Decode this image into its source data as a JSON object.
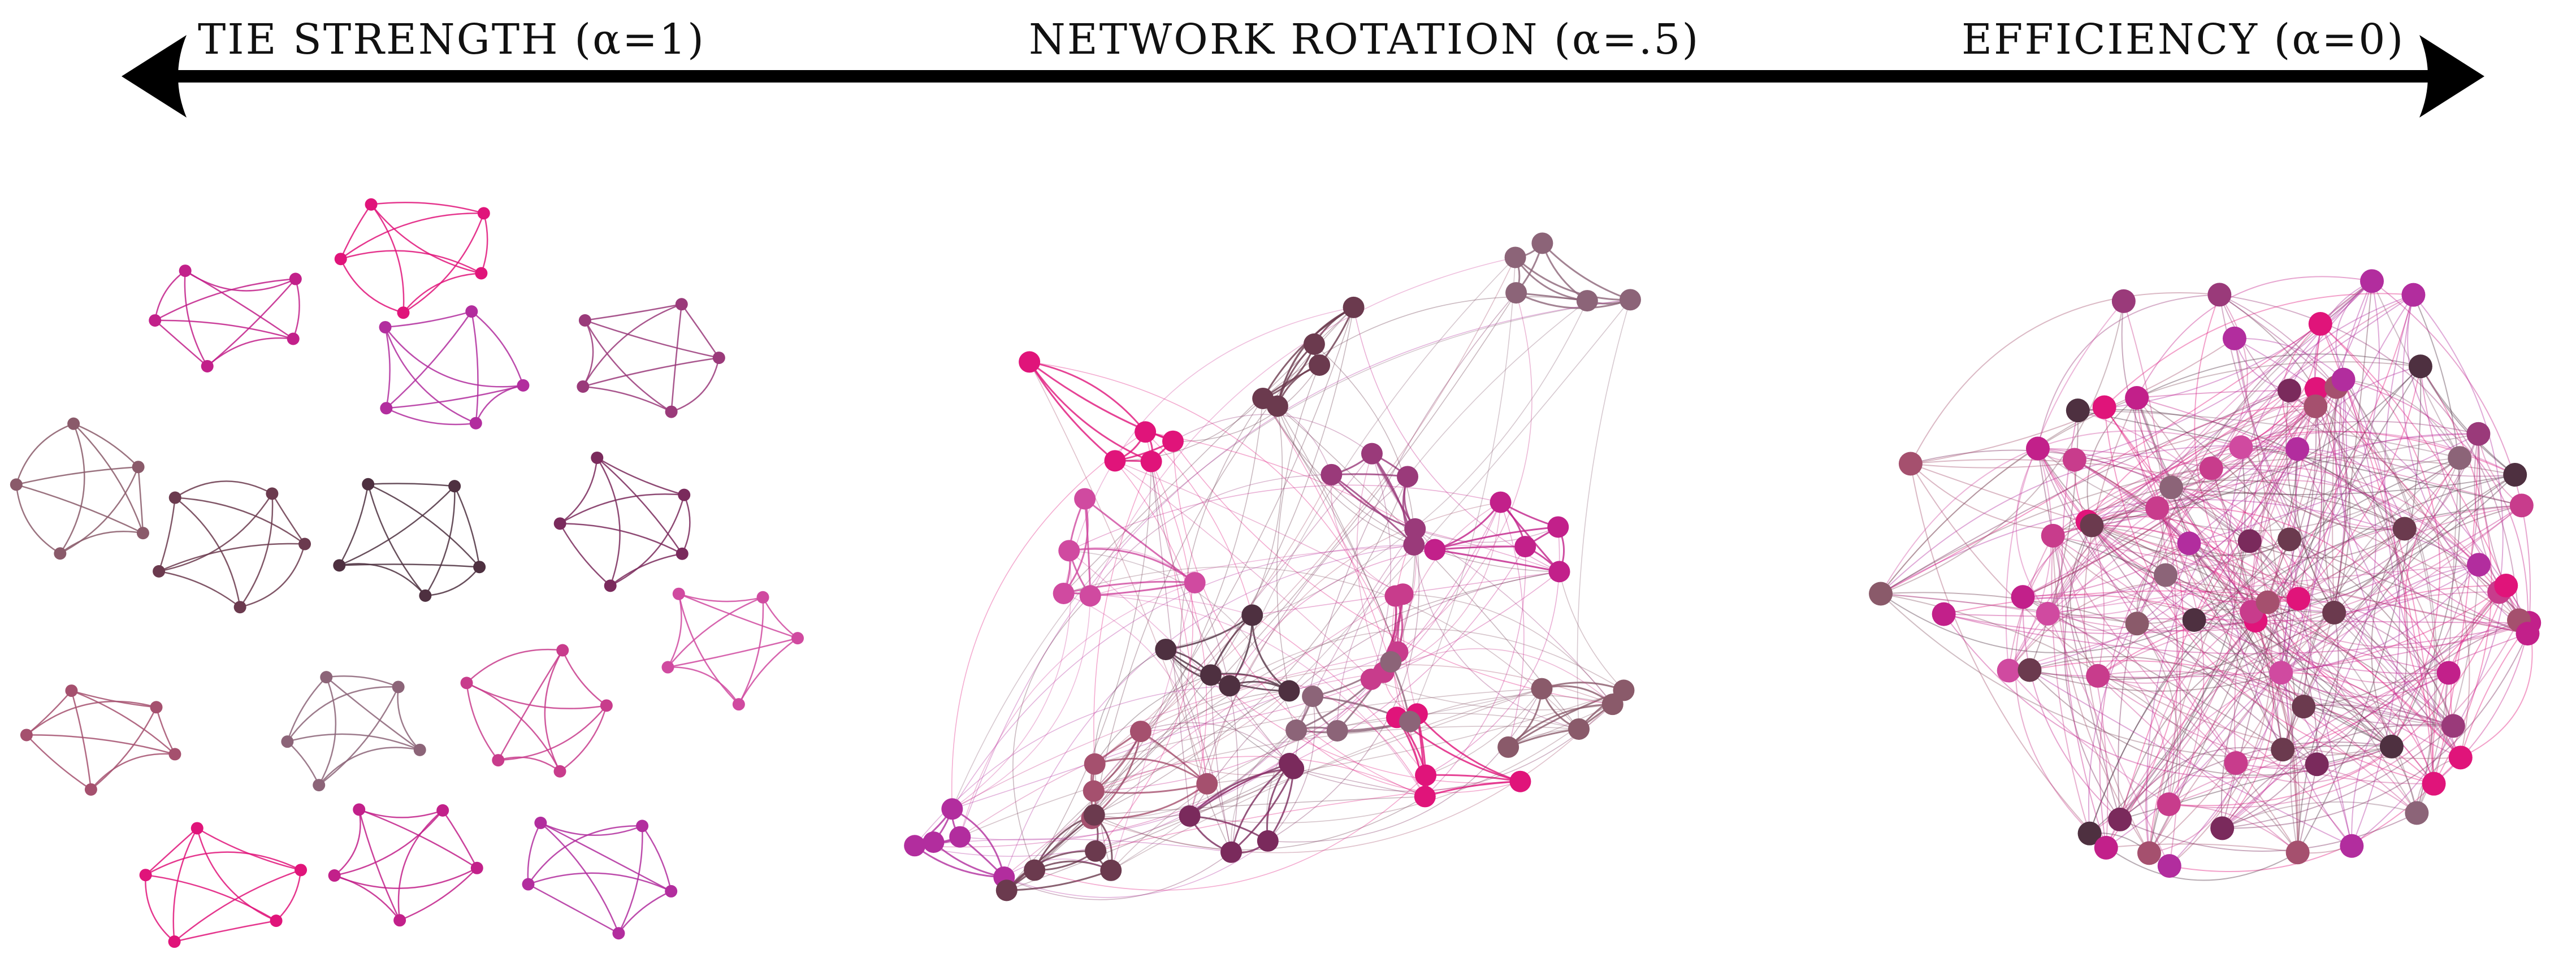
{
  "header": {
    "left_label": "TIE STRENGTH (α=1)",
    "center_label": "NETWORK ROTATION (α=.5)",
    "right_label": "EFFICIENCY (α=0)"
  },
  "palette": {
    "arrow": "#000000",
    "background": "#ffffff",
    "node_colors": [
      "#e0147a",
      "#c2208a",
      "#b22d9e",
      "#9a3a7a",
      "#8a5a6a",
      "#6b3a4e",
      "#4e3040",
      "#7a2a5c",
      "#d04aa0",
      "#a5506e",
      "#8c6478",
      "#c83c8c"
    ]
  },
  "panels": [
    {
      "id": "tie-strength",
      "alpha": 1,
      "layout": "disconnected-cliques",
      "clique_count": 15,
      "nodes_per_clique": 5
    },
    {
      "id": "network-rotation",
      "alpha": 0.5,
      "layout": "clustered-with-bridges",
      "clique_count": 15,
      "nodes_per_clique": 5
    },
    {
      "id": "efficiency",
      "alpha": 0,
      "layout": "fully-mixed",
      "clique_count": 15,
      "nodes_per_clique": 5
    }
  ]
}
